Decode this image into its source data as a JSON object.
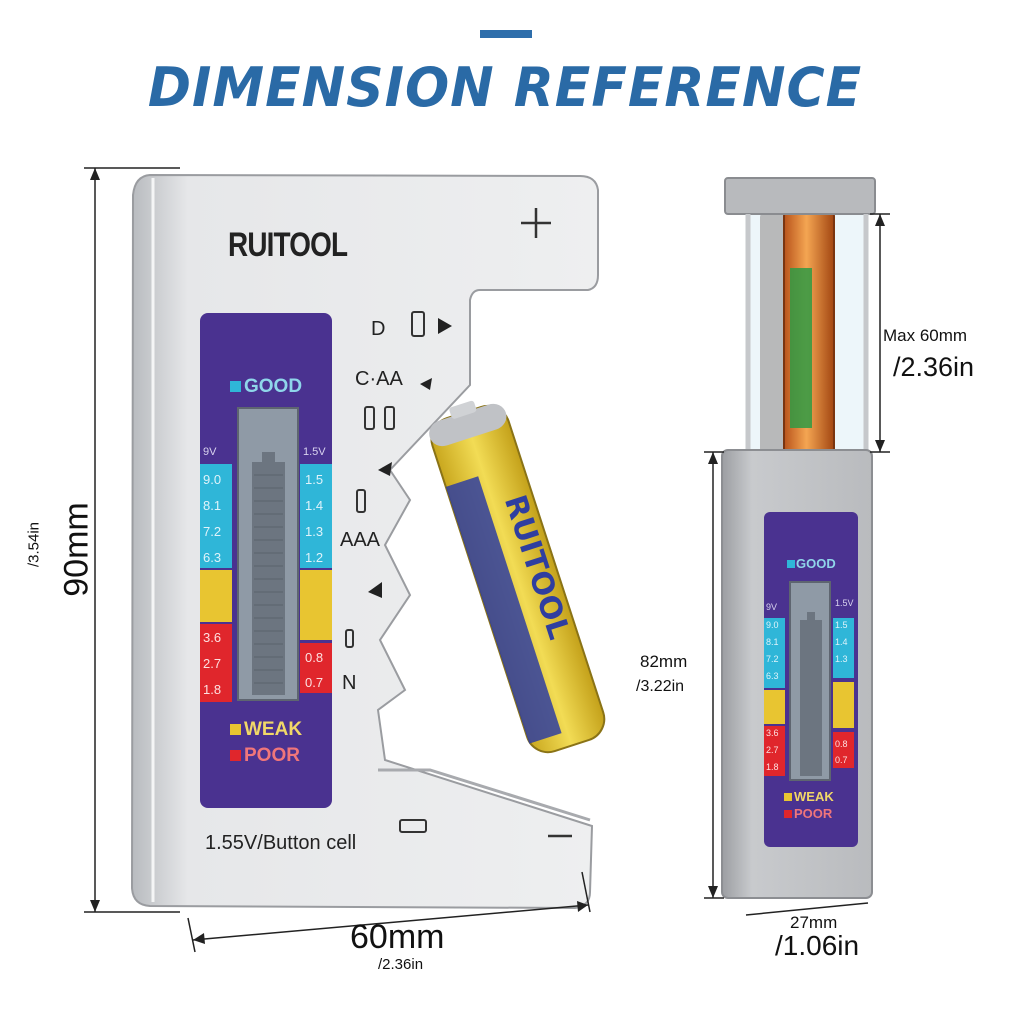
{
  "title": "DIMENSION REFERENCE",
  "front": {
    "brand": "RUITOOL",
    "plus": "+",
    "minus": "—",
    "slots": {
      "d": "D",
      "c_aa": "C·AA",
      "aaa": "AAA",
      "n": "N"
    },
    "good": "GOOD",
    "weak": "WEAK",
    "poor": "POOR",
    "header_9v": "9V",
    "header_15v": "1.5V",
    "scale_9v": [
      "9.0",
      "8.1",
      "7.2",
      "6.3",
      "",
      "",
      "3.6",
      "2.7",
      "1.8"
    ],
    "scale_15v": [
      "1.5",
      "1.4",
      "1.3",
      "1.2",
      "",
      "",
      "0.8",
      "0.7"
    ],
    "button_cell": "1.55V/Button cell",
    "battery_print": "RUITOOL"
  },
  "side": {
    "good": "GOOD",
    "weak": "WEAK",
    "poor": "POOR",
    "header_9v": "9V",
    "header_15v": "1.5V",
    "scale_9v": [
      "9.0",
      "8.1",
      "7.2",
      "6.3",
      "",
      "",
      "3.6",
      "2.7",
      "1.8"
    ],
    "scale_15v": [
      "1.5",
      "1.4",
      "1.3",
      "",
      "",
      "",
      "0.8",
      "0.7"
    ]
  },
  "dimensions": {
    "height_mm": "90mm",
    "height_in": "/3.54in",
    "width_mm": "60mm",
    "width_in": "/2.36in",
    "max_mm": "Max 60mm",
    "max_in": "/2.36in",
    "side_h_mm": "82mm",
    "side_h_in": "/3.22in",
    "side_w_mm": "27mm",
    "side_w_in": "/1.06in"
  },
  "colors": {
    "title": "#2a6aa6",
    "panel": "#4a3290",
    "good": "#2fb6d8",
    "weak": "#e8c531",
    "poor": "#e0262c",
    "body": "#d8dadd"
  }
}
